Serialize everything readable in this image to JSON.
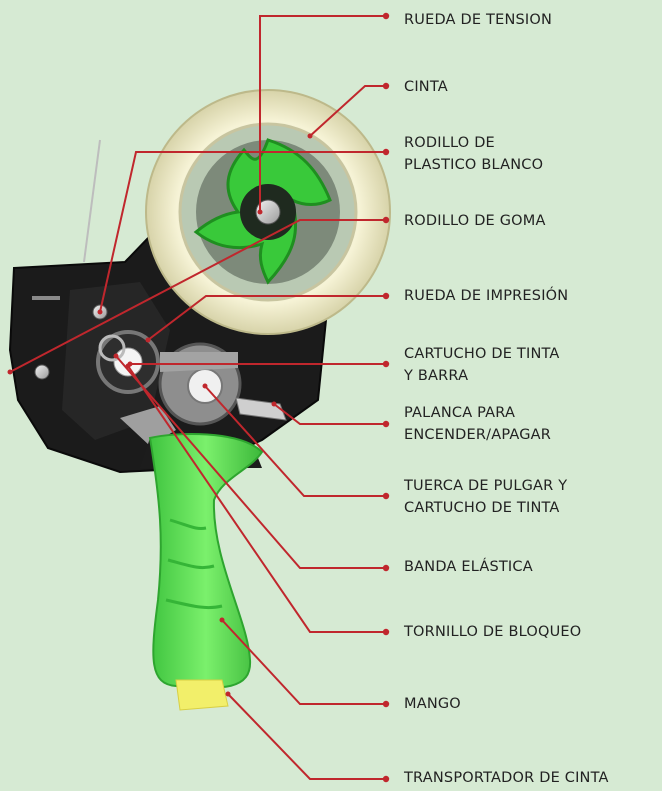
{
  "diagram": {
    "background_color": "#d6ead3",
    "leader_color": "#c0272d",
    "labels": [
      {
        "id": "rueda-tension",
        "lines": [
          "RUEDA DE TENSION"
        ]
      },
      {
        "id": "cinta",
        "lines": [
          "CINTA"
        ]
      },
      {
        "id": "rodillo-plastico",
        "lines": [
          "RODILLO DE",
          "PLASTICO BLANCO"
        ]
      },
      {
        "id": "rodillo-goma",
        "lines": [
          "RODILLO DE GOMA"
        ]
      },
      {
        "id": "rueda-impresion",
        "lines": [
          "RUEDA DE IMPRESIÓN"
        ]
      },
      {
        "id": "cartucho-barra",
        "lines": [
          "CARTUCHO DE TINTA",
          "Y BARRA"
        ]
      },
      {
        "id": "palanca",
        "lines": [
          "PALANCA PARA",
          "ENCENDER/APAGAR"
        ]
      },
      {
        "id": "tuerca",
        "lines": [
          "TUERCA DE PULGAR Y",
          "CARTUCHO DE TINTA"
        ]
      },
      {
        "id": "banda",
        "lines": [
          "BANDA ELÁSTICA"
        ]
      },
      {
        "id": "tornillo",
        "lines": [
          "TORNILLO DE BLOQUEO"
        ]
      },
      {
        "id": "mango",
        "lines": [
          "MANGO"
        ]
      },
      {
        "id": "transportador",
        "lines": [
          "TRANSPORTADOR DE CINTA"
        ]
      }
    ]
  }
}
